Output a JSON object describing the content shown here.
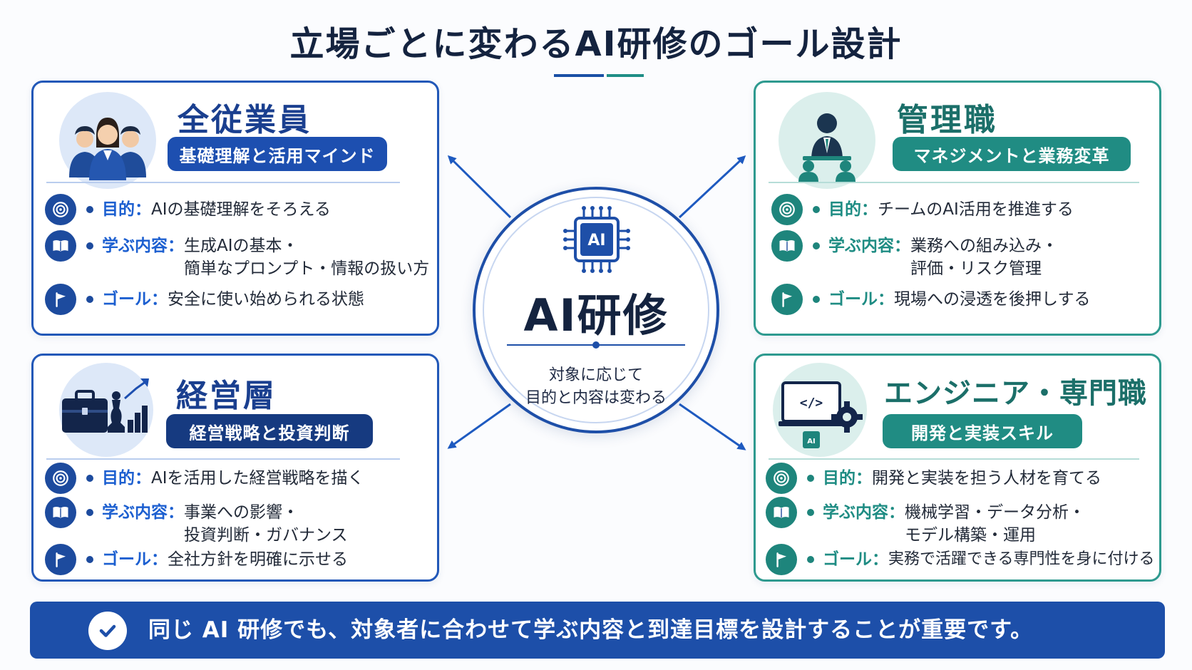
{
  "title": "立場ごとに変わるAI研修のゴール設計",
  "hub": {
    "chip_label": "AI",
    "title": "AI研修",
    "subtitle_line1": "対象に応じて",
    "subtitle_line2": "目的と内容は変わる"
  },
  "cards": {
    "all_employees": {
      "title": "全従業員",
      "tag": "基礎理解と活用マインド",
      "purpose_label": "目的：",
      "purpose": "AIの基礎理解をそろえる",
      "learn_label": "学ぶ内容：",
      "learn_line1": "生成AIの基本・",
      "learn_line2": "簡単なプロンプト・情報の扱い方",
      "goal_label": "ゴール：",
      "goal": "安全に使い始められる状態"
    },
    "managers": {
      "title": "管理職",
      "tag": "マネジメントと業務変革",
      "purpose_label": "目的：",
      "purpose": "チームのAI活用を推進する",
      "learn_label": "学ぶ内容：",
      "learn_line1": "業務への組み込み・",
      "learn_line2": "評価・リスク管理",
      "goal_label": "ゴール：",
      "goal": "現場への浸透を後押しする"
    },
    "executives": {
      "title": "経営層",
      "tag": "経営戦略と投資判断",
      "purpose_label": "目的：",
      "purpose": "AIを活用した経営戦略を描く",
      "learn_label": "学ぶ内容：",
      "learn_line1": "事業への影響・",
      "learn_line2": "投資判断・ガバナンス",
      "goal_label": "ゴール：",
      "goal": "全社方針を明確に示せる"
    },
    "engineers": {
      "title": "エンジニア・専門職",
      "tag": "開発と実装スキル",
      "icon_chip_label": "AI",
      "purpose_label": "目的：",
      "purpose": "開発と実装を担う人材を育てる",
      "learn_label": "学ぶ内容：",
      "learn_line1": "機械学習・データ分析・",
      "learn_line2": "モデル構築・運用",
      "goal_label": "ゴール：",
      "goal": "実務で活躍できる専門性を身に付ける"
    }
  },
  "banner": {
    "text": "同じ AI 研修でも、対象者に合わせて学ぶ内容と到達目標を設計することが重要です。"
  },
  "colors": {
    "primary_blue": "#1d4fa9",
    "dark_navy": "#14233f",
    "teal": "#208c83",
    "label_blue": "#1c5fd0",
    "label_teal": "#1e8c83"
  }
}
